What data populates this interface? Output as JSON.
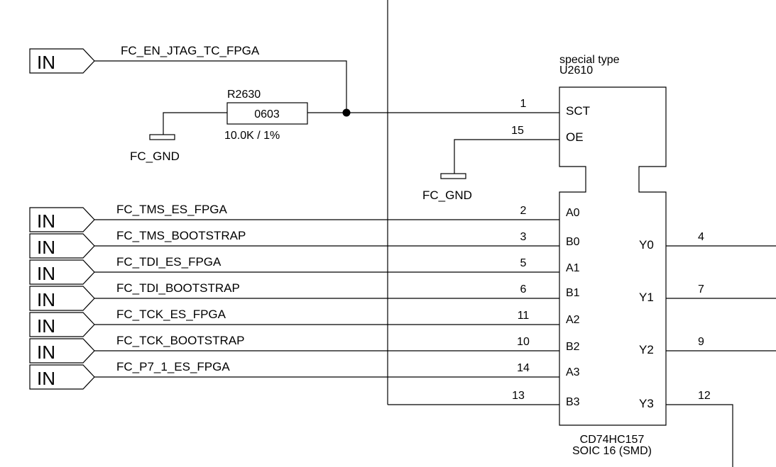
{
  "port_label": "IN",
  "top_net": "FC_EN_JTAG_TC_FPGA",
  "resistor": {
    "ref": "R2630",
    "package": "0603",
    "value": "10.0K / 1%"
  },
  "gnd_label": "FC_GND",
  "ic": {
    "type": "special type",
    "ref": "U2610",
    "part": "CD74HC157",
    "package": "SOIC 16 (SMD)",
    "pin_sct": "SCT",
    "pin_oe": "OE",
    "pin_num_sct": "1",
    "pin_num_oe": "15"
  },
  "inputs": [
    {
      "net": "FC_TMS_ES_FPGA",
      "pin_num": "2",
      "pin": "A0"
    },
    {
      "net": "FC_TMS_BOOTSTRAP",
      "pin_num": "3",
      "pin": "B0"
    },
    {
      "net": "FC_TDI_ES_FPGA",
      "pin_num": "5",
      "pin": "A1"
    },
    {
      "net": "FC_TDI_BOOTSTRAP",
      "pin_num": "6",
      "pin": "B1"
    },
    {
      "net": "FC_TCK_ES_FPGA",
      "pin_num": "11",
      "pin": "A2"
    },
    {
      "net": "FC_TCK_BOOTSTRAP",
      "pin_num": "10",
      "pin": "B2"
    },
    {
      "net": "FC_P7_1_ES_FPGA",
      "pin_num": "14",
      "pin": "A3"
    }
  ],
  "b3": {
    "pin_num": "13",
    "pin": "B3"
  },
  "outputs": [
    {
      "pin": "Y0",
      "pin_num": "4"
    },
    {
      "pin": "Y1",
      "pin_num": "7"
    },
    {
      "pin": "Y2",
      "pin_num": "9"
    },
    {
      "pin": "Y3",
      "pin_num": "12"
    }
  ]
}
